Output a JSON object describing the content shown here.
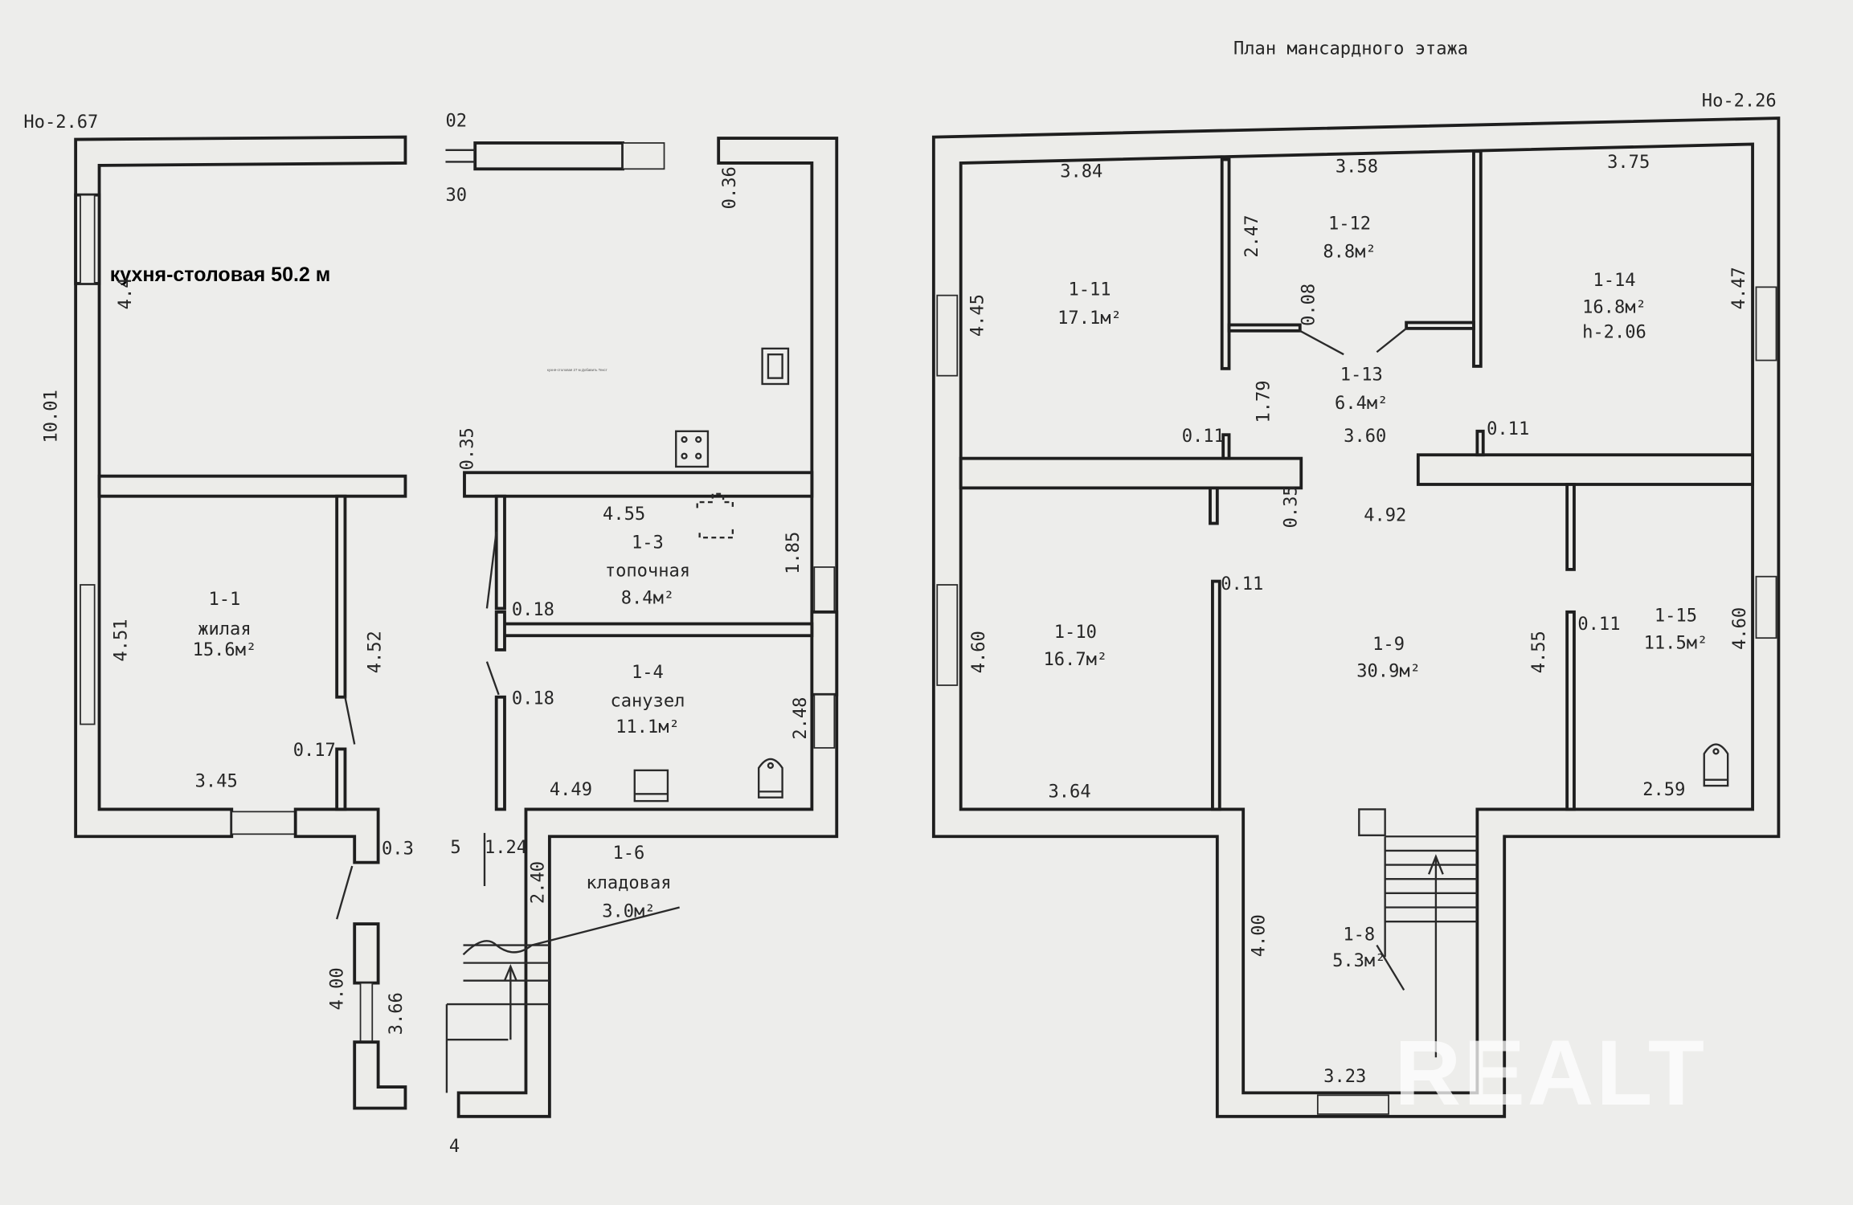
{
  "title": "План мансардного этажа",
  "overlay_label": "кухня-столовая 50.2 м",
  "tiny_note": "кухня-столовая 27 м Добавить Текст",
  "levels": {
    "left": "Но-2.67",
    "right": "Но-2.26"
  },
  "watermark": "REALT",
  "rooms": [
    {
      "id": "1-1",
      "name": "жилая",
      "area": "15.6м²"
    },
    {
      "id": "1-3",
      "name": "топочная",
      "area": "8.4м²"
    },
    {
      "id": "1-4",
      "name": "санузел",
      "area": "11.1м²"
    },
    {
      "id": "1-6",
      "name": "кладовая",
      "area": "3.0м²"
    },
    {
      "id": "1-11",
      "area": "17.1м²"
    },
    {
      "id": "1-12",
      "area": "8.8м²"
    },
    {
      "id": "1-13",
      "area": "6.4м²"
    },
    {
      "id": "1-14",
      "area": "16.8м²",
      "height": "h-2.06"
    },
    {
      "id": "1-10",
      "area": "16.7м²"
    },
    {
      "id": "1-9",
      "area": "30.9м²"
    },
    {
      "id": "1-15",
      "area": "11.5м²"
    },
    {
      "id": "1-8",
      "area": "5.3м²"
    }
  ],
  "dimensions": {
    "left": [
      "10.01",
      "4.4",
      "4.51",
      "4.52",
      "0.17",
      "3.45",
      "0.3",
      "4.00",
      "3.66",
      "02",
      "30",
      "0.36",
      "0.35",
      "4.55",
      "1.85",
      "0.18",
      "0.18",
      "2.48",
      "4.49",
      "5",
      "1.24",
      "2.40",
      "4"
    ],
    "right": [
      "3.84",
      "3.58",
      "3.75",
      "2.47",
      "4.45",
      "4.47",
      "0.08",
      "1.79",
      "0.11",
      "3.60",
      "0.11",
      "0.35",
      "4.92",
      "0.11",
      "4.60",
      "4.55",
      "0.11",
      "4.60",
      "3.64",
      "2.59",
      "4.00",
      "3.23"
    ]
  }
}
